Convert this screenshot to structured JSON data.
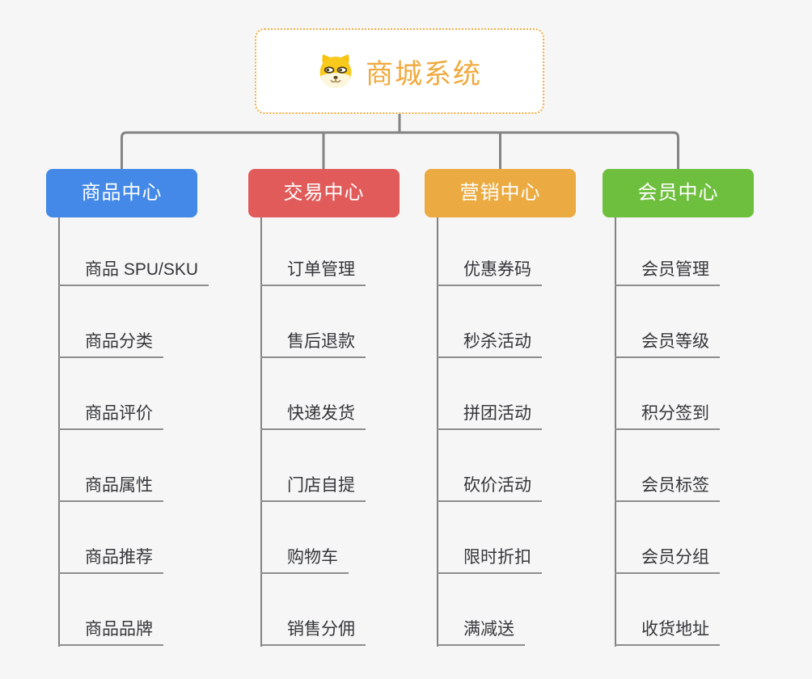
{
  "page": {
    "background_color": "#f5f6f5",
    "connector_color": "#848484"
  },
  "root": {
    "title": "商城系统",
    "icon": "doge-icon",
    "text_color": "#f0a93d",
    "border_color": "#f2ac3f"
  },
  "branches": [
    {
      "label": "商品中心",
      "color": "#4489e8",
      "items": [
        "商品 SPU/SKU",
        "商品分类",
        "商品评价",
        "商品属性",
        "商品推荐",
        "商品品牌"
      ]
    },
    {
      "label": "交易中心",
      "color": "#e15b5b",
      "items": [
        "订单管理",
        "售后退款",
        "快递发货",
        "门店自提",
        "购物车",
        "销售分佣"
      ]
    },
    {
      "label": "营销中心",
      "color": "#ebab42",
      "items": [
        "优惠券码",
        "秒杀活动",
        "拼团活动",
        "砍价活动",
        "限时折扣",
        "满减送"
      ]
    },
    {
      "label": "会员中心",
      "color": "#6fbf3f",
      "items": [
        "会员管理",
        "会员等级",
        "积分签到",
        "会员标签",
        "会员分组",
        "收货地址"
      ]
    }
  ]
}
